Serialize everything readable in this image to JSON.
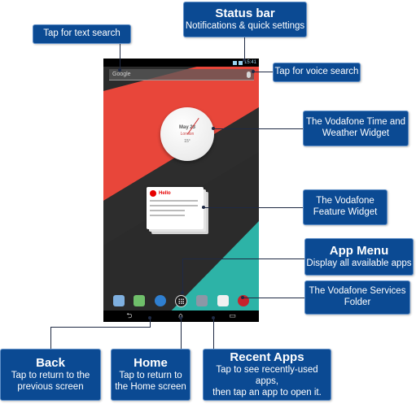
{
  "callouts": {
    "status_bar": {
      "title": "Status bar",
      "desc": "Notifications & quick settings"
    },
    "text_search": {
      "desc": "Tap for text search"
    },
    "voice_search": {
      "desc": "Tap for voice search"
    },
    "time_weather": {
      "desc_line1": "The Vodafone Time and",
      "desc_line2": "Weather Widget"
    },
    "feature_widget": {
      "desc_line1": "The Vodafone",
      "desc_line2": "Feature Widget"
    },
    "app_menu": {
      "title": "App Menu",
      "desc": "Display all available apps"
    },
    "services_folder": {
      "desc_line1": "The Vodafone Services",
      "desc_line2": "Folder"
    },
    "back": {
      "title": "Back",
      "desc_line1": "Tap to return to the",
      "desc_line2": "previous screen"
    },
    "home": {
      "title": "Home",
      "desc_line1": "Tap to return to",
      "desc_line2": "the Home screen"
    },
    "recent_apps": {
      "title": "Recent Apps",
      "desc_line1": "Tap to see recently-used apps,",
      "desc_line2": "then tap an app to open it."
    }
  },
  "phone": {
    "status_time": "15:41",
    "search_text": "Google",
    "widget_date": "May 23",
    "widget_city": "London",
    "widget_temp": "15°",
    "feature_hello": "Hello",
    "colors": {
      "red": "#e8463a",
      "teal": "#2db3a7",
      "dark": "#2a2a2a",
      "callout": "#0b4a93"
    }
  },
  "icons": [
    "app-menu-icon",
    "back-icon",
    "home-icon",
    "recent-apps-icon",
    "microphone-icon"
  ]
}
